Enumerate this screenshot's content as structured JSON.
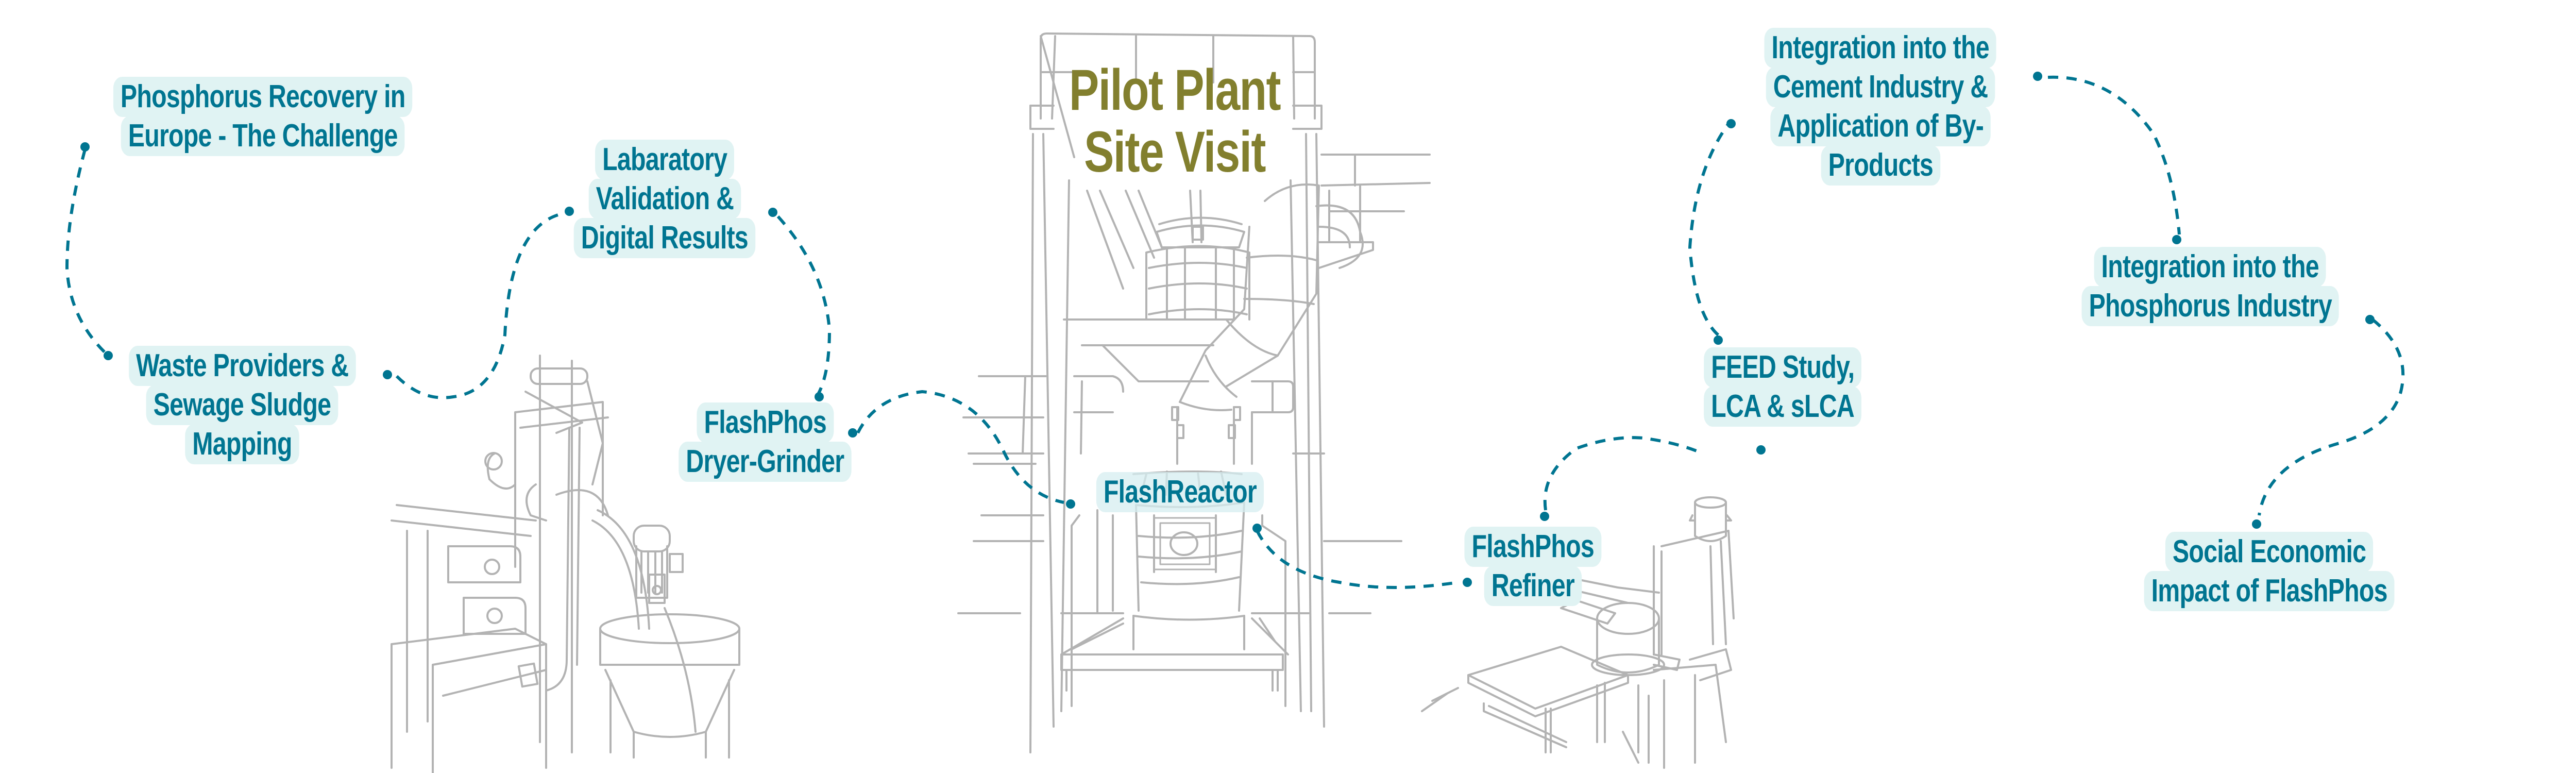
{
  "title": {
    "lines": [
      "Pilot Plant",
      "Site Visit"
    ],
    "color": "#827f2e"
  },
  "colors": {
    "label_text": "#007591",
    "label_background": "#e0f3f3",
    "connector": "#007591",
    "illustration_line": "#b3b3b3"
  },
  "nodes": [
    {
      "id": "phosphorus-recovery",
      "lines": [
        "Phosphorus Recovery in",
        "Europe - The Challenge"
      ]
    },
    {
      "id": "waste-providers",
      "lines": [
        "Waste Providers &",
        "Sewage Sludge",
        "Mapping"
      ]
    },
    {
      "id": "laboratory-validation",
      "lines": [
        "Labaratory",
        "Validation &",
        "Digital Results"
      ]
    },
    {
      "id": "dryer-grinder",
      "lines": [
        "FlashPhos",
        "Dryer-Grinder"
      ]
    },
    {
      "id": "flash-reactor",
      "lines": [
        "FlashReactor"
      ]
    },
    {
      "id": "refiner",
      "lines": [
        "FlashPhos",
        "Refiner"
      ]
    },
    {
      "id": "feed-study",
      "lines": [
        "FEED Study,",
        "LCA & sLCA"
      ]
    },
    {
      "id": "cement-industry",
      "lines": [
        "Integration into the",
        "Cement Industry &",
        "Application of By-",
        "Products"
      ]
    },
    {
      "id": "phosphorus-industry",
      "lines": [
        "Integration into the",
        "Phosphorus Industry"
      ]
    },
    {
      "id": "social-economic",
      "lines": [
        "Social Economic",
        "Impact of FlashPhos"
      ]
    }
  ],
  "illustrations": [
    "dryer-grinder-machine",
    "flash-reactor-plant",
    "refiner-machine"
  ]
}
